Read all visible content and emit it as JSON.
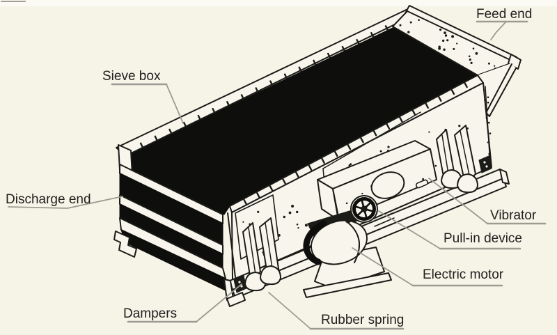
{
  "figure": {
    "type": "technical-diagram",
    "subject": "circular vibrating screen machine (isometric line drawing)",
    "colors": {
      "background": "#f6f3e7",
      "line_color": "#1b1b18",
      "leader_color": "#9c9b91",
      "text_color": "#20201e",
      "fill_white": "#f8f6ec",
      "deck_black": "#0e0e0c"
    }
  },
  "labels": {
    "sieve_box": "Sieve box",
    "feed_end": "Feed end",
    "discharge_end": "Discharge end",
    "vibrator": "Vibrator",
    "pull_in_device": "Pull-in device",
    "electric_motor": "Electric motor",
    "rubber_spring": "Rubber spring",
    "dampers": "Dampers"
  }
}
